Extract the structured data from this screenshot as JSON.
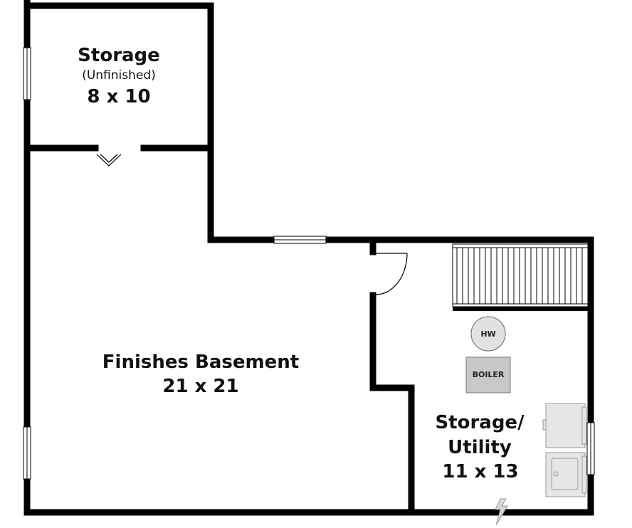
{
  "rooms": {
    "storage": {
      "name": "Storage",
      "note": "(Unfinished)",
      "size": "8 x 10"
    },
    "basement": {
      "name": "Finishes Basement",
      "size": "21 x 21"
    },
    "utility": {
      "name_line1": "Storage/",
      "name_line2": "Utility",
      "size": "11 x 13"
    }
  },
  "fixtures": {
    "water_heater": "HW",
    "boiler": "BOILER"
  },
  "icons": {
    "electrical_panel": "lightning-bolt-icon",
    "door_arrow": "chevron-down-icon"
  },
  "colors": {
    "wall": "#000000",
    "fixture_fill": "#c8c8c8",
    "appliance_fill": "#e6e6e6"
  }
}
